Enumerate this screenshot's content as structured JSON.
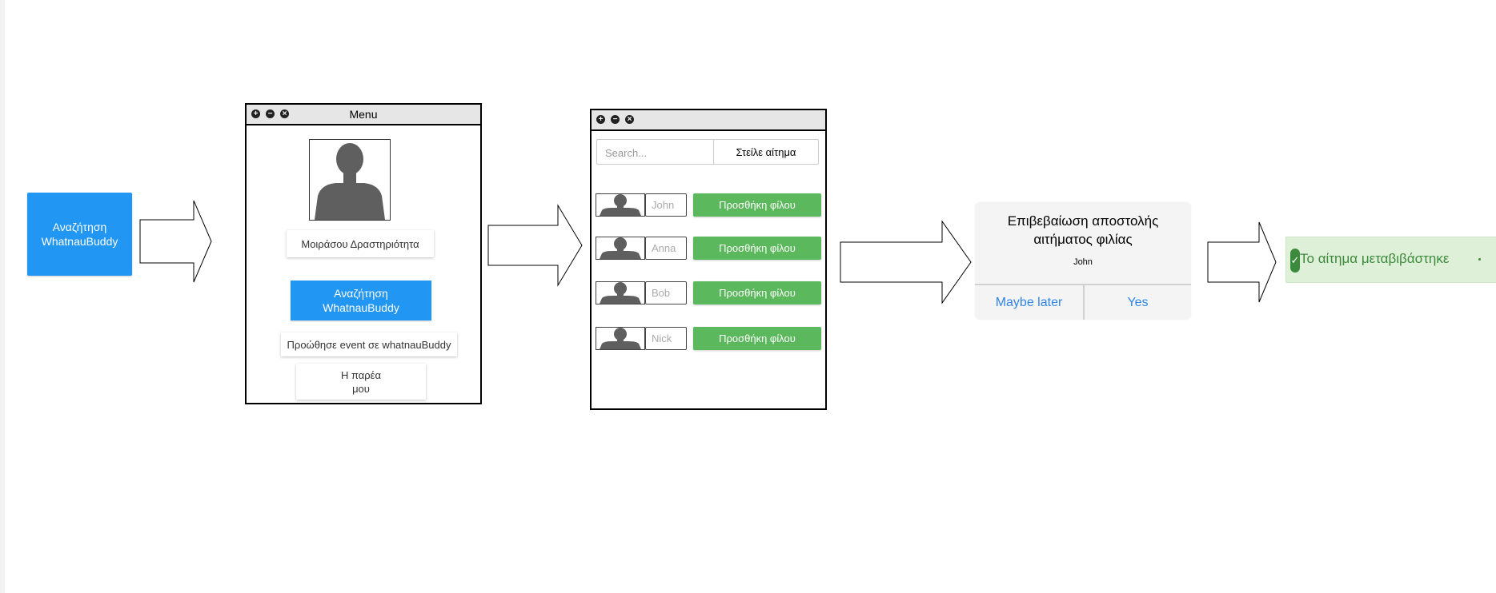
{
  "start": {
    "label": "Αναζήτηση\nWhatnauBuddy"
  },
  "menu_window": {
    "title": "Menu",
    "share_activity": "Μοιράσου Δραστηριότητα",
    "search_buddy": "Αναζήτηση\nWhatnauBuddy",
    "promote_event": "Προώθησε event σε whatnauBuddy",
    "my_group": "Η παρέα\nμου"
  },
  "search_window": {
    "search_placeholder": "Search...",
    "send_request": "Στείλε αίτημα",
    "friends": [
      {
        "name": "John",
        "action": "Προσθήκη φίλου"
      },
      {
        "name": "Anna",
        "action": "Προσθήκη φίλου"
      },
      {
        "name": "Bob",
        "action": "Προσθήκη φίλου"
      },
      {
        "name": "Nick",
        "action": "Προσθήκη φίλου"
      }
    ]
  },
  "confirm_dialog": {
    "title": "Επιβεβαίωση αποστολής αιτήματος φιλίας",
    "subtitle": "John",
    "maybe_later": "Maybe later",
    "yes": "Yes"
  },
  "toast": {
    "message": "Το αίτημα μεταβιβάστηκε",
    "icon": "check-icon"
  },
  "colors": {
    "primary": "#2196f3",
    "success": "#5cb85c",
    "toast_bg": "#dff0d8",
    "toast_text": "#3c8a3c",
    "link": "#2f86e8"
  }
}
